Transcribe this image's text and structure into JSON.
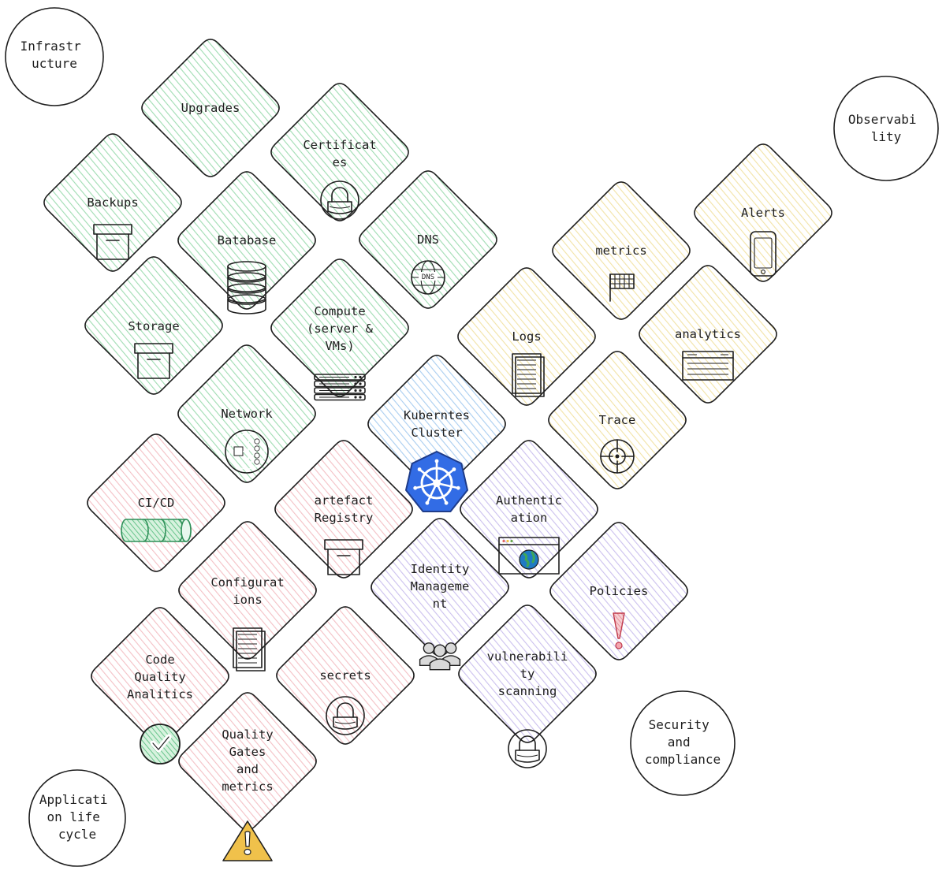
{
  "groups": {
    "infrastructure": {
      "label_lines": [
        "Infrastr",
        "ucture"
      ],
      "fill": "#d3f2dc"
    },
    "observability": {
      "label_lines": [
        "Observabi",
        "lity"
      ],
      "fill": "#fbf3d2"
    },
    "security": {
      "label_lines": [
        "Security",
        "and",
        "compliance"
      ],
      "fill": "#e6e0f8"
    },
    "lifecycle": {
      "label_lines": [
        "Applicati",
        "on life",
        "cycle"
      ],
      "fill": "#fbe1e3"
    },
    "kubernetes": {
      "fill": "#d6e8f8"
    }
  },
  "tiles": [
    {
      "id": "upgrades",
      "group": "infrastructure",
      "label_lines": [
        "Upgrades"
      ],
      "icon": "none"
    },
    {
      "id": "certificates",
      "group": "infrastructure",
      "label_lines": [
        "Certificat",
        "es"
      ],
      "icon": "padlock-icon"
    },
    {
      "id": "backups",
      "group": "infrastructure",
      "label_lines": [
        "Backups"
      ],
      "icon": "archive-box-icon"
    },
    {
      "id": "database",
      "group": "infrastructure",
      "label_lines": [
        "Batabase"
      ],
      "icon": "database-icon"
    },
    {
      "id": "dns",
      "group": "infrastructure",
      "label_lines": [
        "DNS"
      ],
      "icon": "globe-dns-icon"
    },
    {
      "id": "storage",
      "group": "infrastructure",
      "label_lines": [
        "Storage"
      ],
      "icon": "archive-box-icon"
    },
    {
      "id": "compute",
      "group": "infrastructure",
      "label_lines": [
        "Compute",
        "(server &",
        "VMs)"
      ],
      "icon": "server-rack-icon"
    },
    {
      "id": "network",
      "group": "infrastructure",
      "label_lines": [
        "Network"
      ],
      "icon": "network-icon"
    },
    {
      "id": "metrics",
      "group": "observability",
      "label_lines": [
        "metrics"
      ],
      "icon": "grid-flag-icon"
    },
    {
      "id": "alerts",
      "group": "observability",
      "label_lines": [
        "Alerts"
      ],
      "icon": "smartphone-icon"
    },
    {
      "id": "logs",
      "group": "observability",
      "label_lines": [
        "Logs"
      ],
      "icon": "documents-icon"
    },
    {
      "id": "analytics",
      "group": "observability",
      "label_lines": [
        "analytics"
      ],
      "icon": "browser-window-icon"
    },
    {
      "id": "trace",
      "group": "observability",
      "label_lines": [
        "Trace"
      ],
      "icon": "target-icon"
    },
    {
      "id": "kubernetes",
      "group": "kubernetes",
      "label_lines": [
        "Kuberntes",
        "Cluster"
      ],
      "icon": "kubernetes-helm-icon"
    },
    {
      "id": "cicd",
      "group": "lifecycle",
      "label_lines": [
        "CI/CD"
      ],
      "icon": "pipe-icon"
    },
    {
      "id": "artefact",
      "group": "lifecycle",
      "label_lines": [
        "artefact",
        "Registry"
      ],
      "icon": "archive-box-icon"
    },
    {
      "id": "configurations",
      "group": "lifecycle",
      "label_lines": [
        "Configurat",
        "ions"
      ],
      "icon": "documents-icon"
    },
    {
      "id": "code-quality",
      "group": "lifecycle",
      "label_lines": [
        "Code",
        "Quality",
        "Analitics"
      ],
      "icon": "check-badge-icon"
    },
    {
      "id": "secrets",
      "group": "lifecycle",
      "label_lines": [
        "secrets"
      ],
      "icon": "padlock-icon"
    },
    {
      "id": "quality-gates",
      "group": "lifecycle",
      "label_lines": [
        "Quality",
        "Gates",
        "and",
        "metrics"
      ],
      "icon": "warning-triangle-icon"
    },
    {
      "id": "authentication",
      "group": "security",
      "label_lines": [
        "Authentic",
        "ation"
      ],
      "icon": "browser-globe-icon"
    },
    {
      "id": "identity",
      "group": "security",
      "label_lines": [
        "Identity",
        "Manageme",
        "nt"
      ],
      "icon": "users-icon"
    },
    {
      "id": "policies",
      "group": "security",
      "label_lines": [
        "Policies"
      ],
      "icon": "exclamation-icon"
    },
    {
      "id": "vulnerability",
      "group": "security",
      "label_lines": [
        "vulnerabili",
        "ty",
        "scanning"
      ],
      "icon": "padlock-icon"
    }
  ],
  "legend_circles": [
    "infrastructure",
    "observability",
    "security",
    "lifecycle"
  ]
}
